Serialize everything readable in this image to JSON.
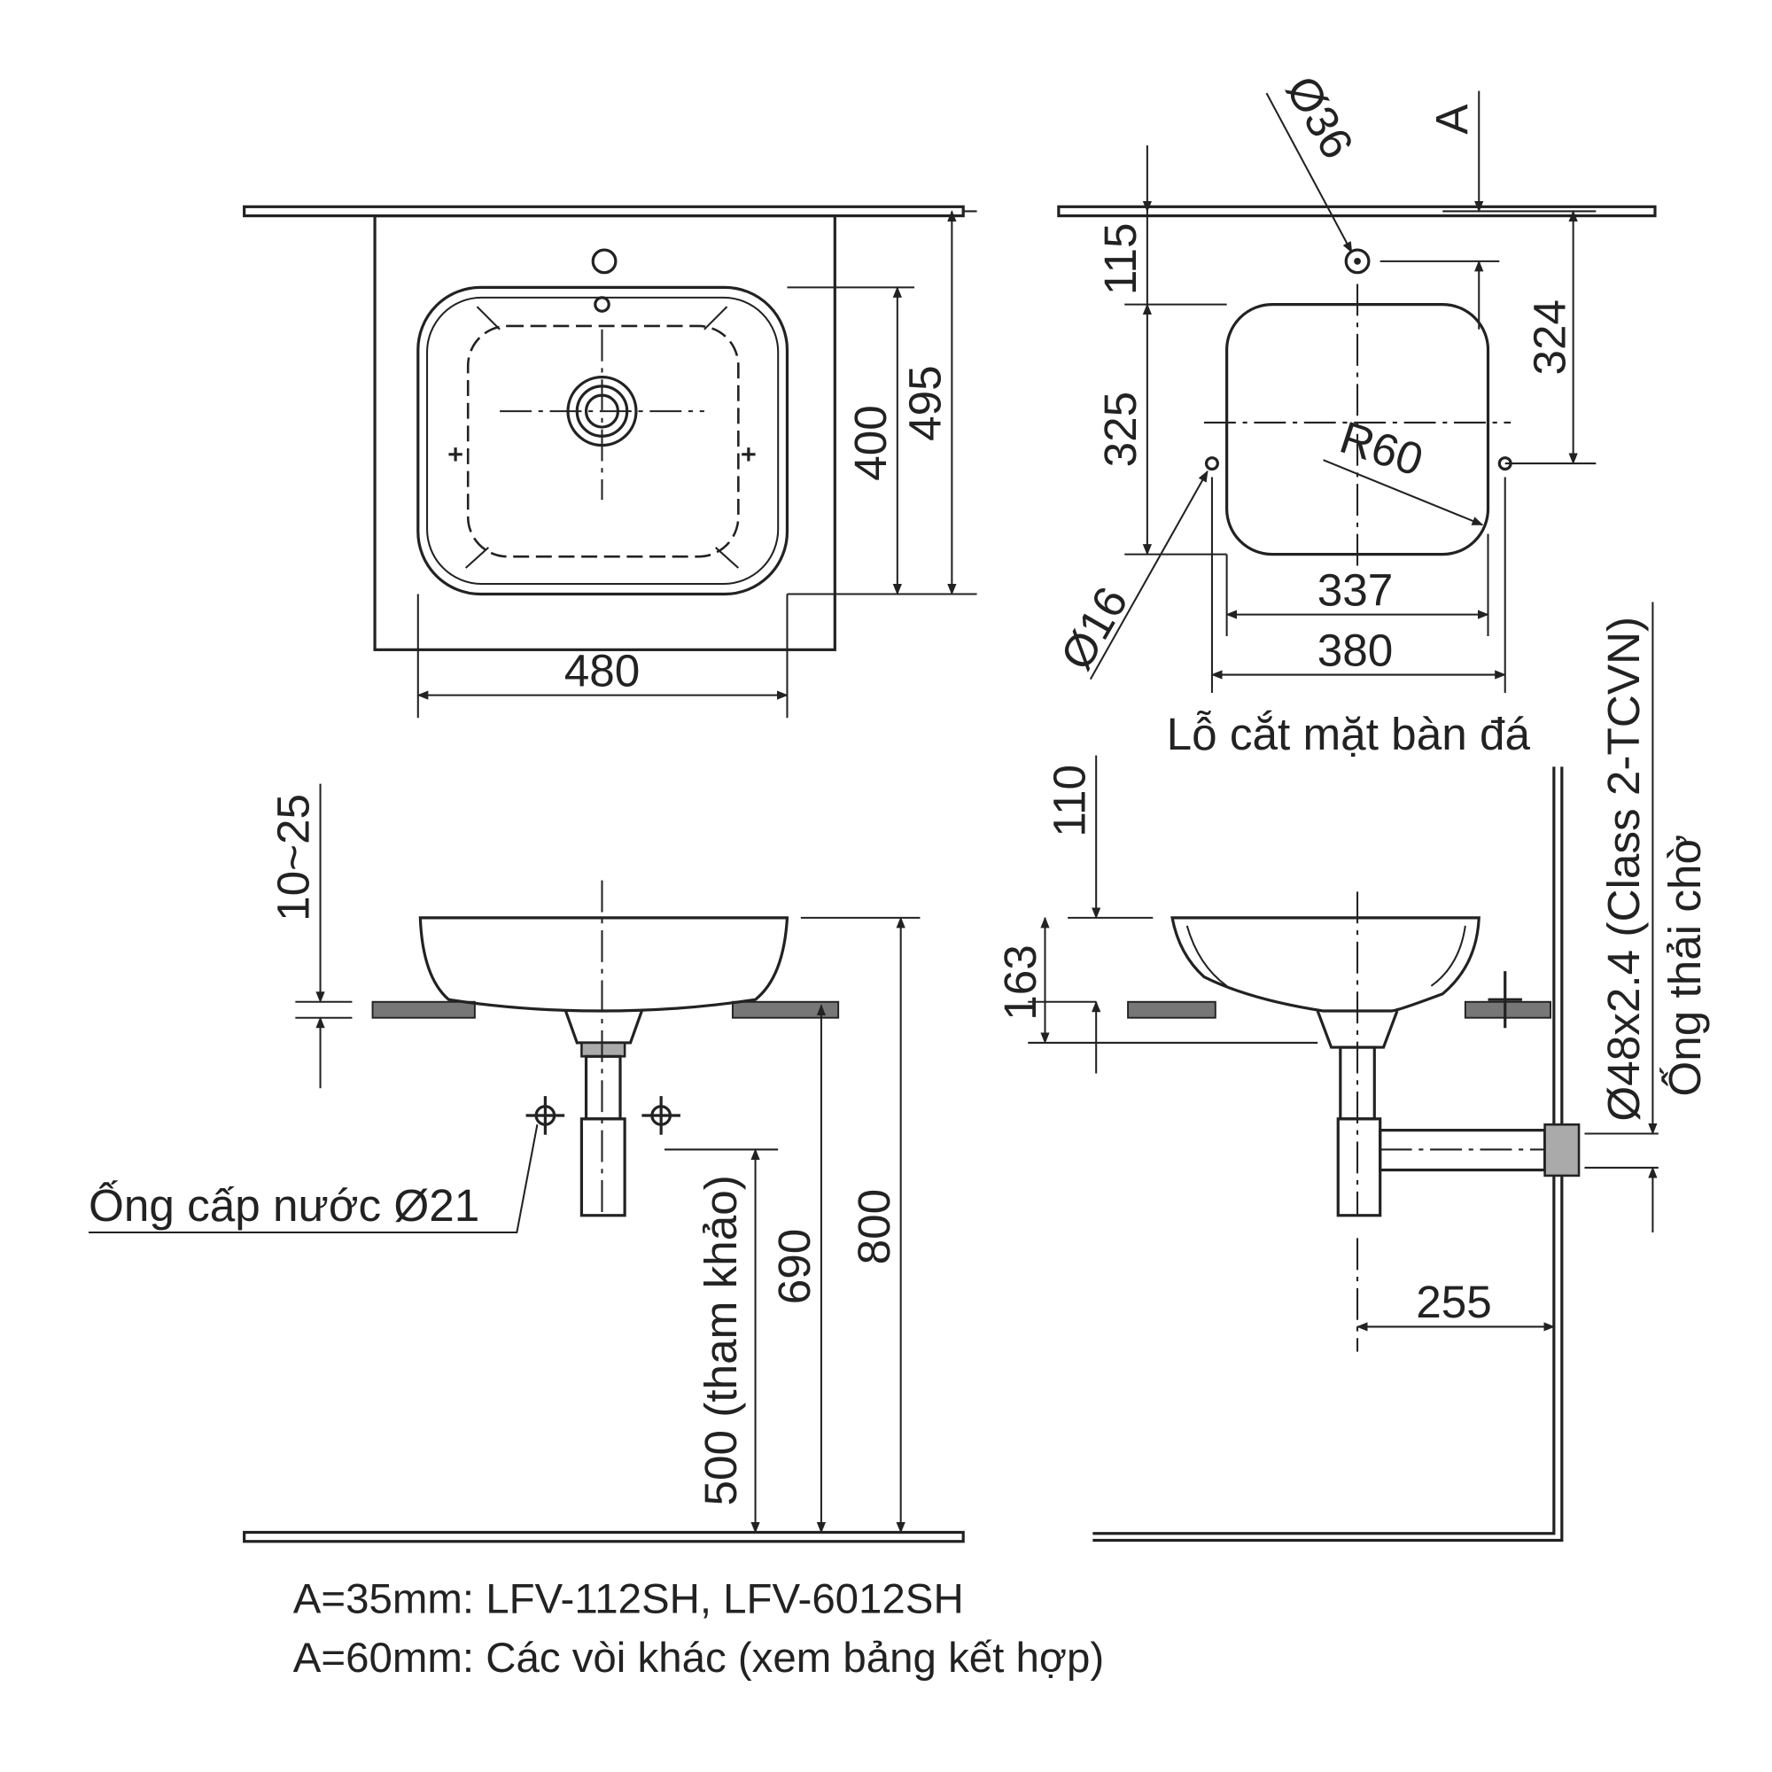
{
  "top_view": {
    "dim_400": "400",
    "dim_495": "495",
    "dim_480": "480"
  },
  "cutout_view": {
    "dim_115": "115",
    "dim_325": "325",
    "dim_324": "324",
    "dim_337": "337",
    "dim_380": "380",
    "label_A": "A",
    "hole_36": "Ø36",
    "hole_16": "Ø16",
    "radius": "R60",
    "caption": "Lỗ cắt mặt bàn đá"
  },
  "side_view_left": {
    "dim_10_25": "10~25",
    "dim_800": "800",
    "dim_690": "690",
    "dim_500": "500 (tham khảo)",
    "supply_label": "Ống cấp nước Ø21"
  },
  "side_view_right": {
    "dim_110": "110",
    "dim_163": "163",
    "dim_255": "255",
    "pipe_spec": "Ø48x2.4 (Class 2-TCVN)",
    "drain_label": "Ống thải chờ"
  },
  "notes": [
    "A=35mm: LFV-112SH, LFV-6012SH",
    "A=60mm: Các vòi khác (xem bảng kết hợp)"
  ]
}
